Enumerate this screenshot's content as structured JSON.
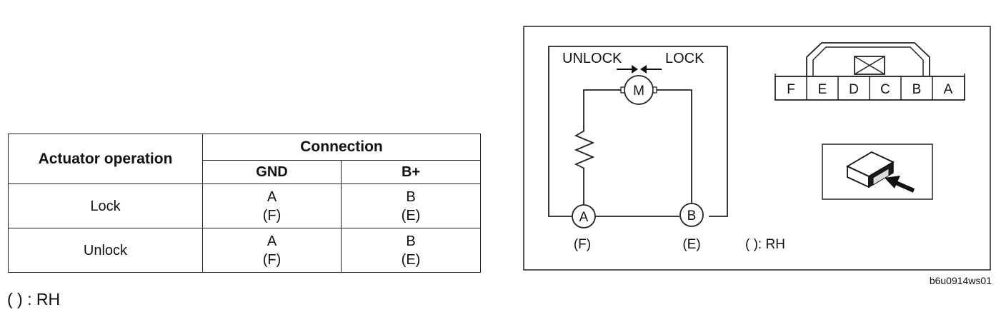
{
  "table": {
    "header": {
      "operation": "Actuator operation",
      "connection": "Connection",
      "gnd": "GND",
      "bplus": "B+"
    },
    "rows": [
      {
        "operation": "Lock",
        "gnd": [
          "A",
          "(F)"
        ],
        "bplus": [
          "B",
          "(E)"
        ]
      },
      {
        "operation": "Unlock",
        "gnd": [
          "A",
          "(F)"
        ],
        "bplus": [
          "B",
          "(E)"
        ]
      }
    ],
    "note": "( ) : RH"
  },
  "diagram": {
    "unlock_label": "UNLOCK",
    "lock_label": "LOCK",
    "motor_label": "M",
    "terminal_a": "A",
    "terminal_b": "B",
    "terminal_a_rh": "(F)",
    "terminal_b_rh": "(E)",
    "note": "( ): RH",
    "connector_pins": [
      "F",
      "E",
      "D",
      "C",
      "B",
      "A"
    ],
    "figure_code": "b6u0914ws01"
  }
}
